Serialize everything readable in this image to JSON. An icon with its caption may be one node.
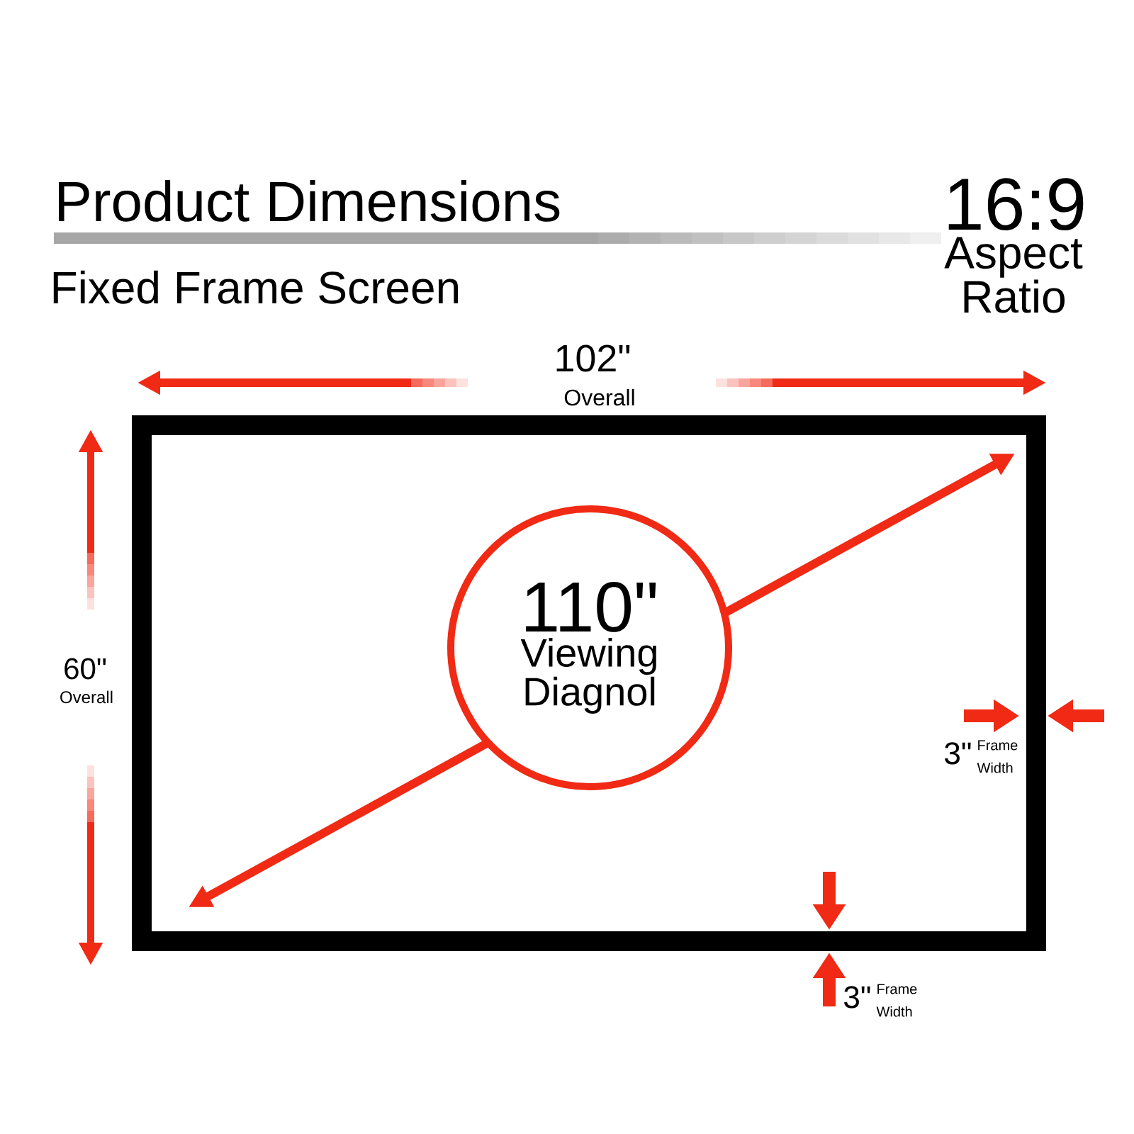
{
  "diagram": {
    "title": "Product Dimensions",
    "nodes": [
      {
        "text": [],
        "shape": "box"
      },
      {
        "text": [
          "110\"",
          "Viewing Diagnol"
        ],
        "in": 0
      }
    ],
    "labels": [
      "Fixed Frame Screen",
      "16:9",
      "Aspect Ratio",
      "102\"",
      "Overall",
      "60\"",
      "Overall",
      "3\"",
      "Frame Width",
      "3\"",
      "Frame Width"
    ]
  }
}
